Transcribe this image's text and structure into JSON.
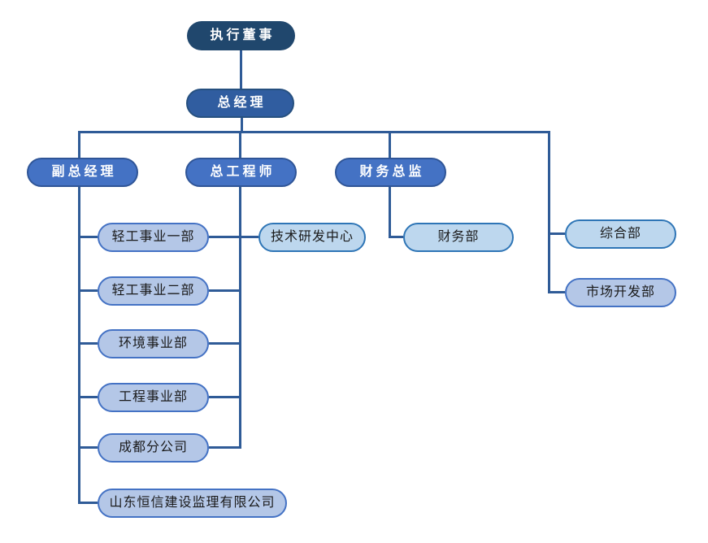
{
  "diagram": {
    "type": "org-chart",
    "nodes": {
      "executive_director": {
        "label": "执行董事",
        "level": 1,
        "reports_to": null
      },
      "general_manager": {
        "label": "总经理",
        "level": 2,
        "reports_to": "executive_director"
      },
      "deputy_general_manager": {
        "label": "副总经理",
        "level": 3,
        "reports_to": "general_manager"
      },
      "chief_engineer": {
        "label": "总工程师",
        "level": 3,
        "reports_to": "general_manager"
      },
      "finance_director": {
        "label": "财务总监",
        "level": 3,
        "reports_to": "general_manager"
      },
      "light_industry_dept_1": {
        "label": "轻工事业一部",
        "level": 4,
        "reports_to": "deputy_general_manager"
      },
      "light_industry_dept_2": {
        "label": "轻工事业二部",
        "level": 4,
        "reports_to": "deputy_general_manager"
      },
      "environment_dept": {
        "label": "环境事业部",
        "level": 4,
        "reports_to": "deputy_general_manager"
      },
      "engineering_dept": {
        "label": "工程事业部",
        "level": 4,
        "reports_to": "deputy_general_manager"
      },
      "chengdu_branch": {
        "label": "成都分公司",
        "level": 4,
        "reports_to": "deputy_general_manager"
      },
      "shandong_hengxin_company": {
        "label": "山东恒信建设监理有限公司",
        "level": 4,
        "reports_to": "deputy_general_manager"
      },
      "tech_rd_center": {
        "label": "技术研发中心",
        "level": 4,
        "reports_to": "chief_engineer"
      },
      "finance_dept": {
        "label": "财务部",
        "level": 4,
        "reports_to": "finance_director"
      },
      "general_affairs_dept": {
        "label": "综合部",
        "level": 4,
        "reports_to": "general_manager"
      },
      "market_dev_dept": {
        "label": "市场开发部",
        "level": 4,
        "reports_to": "general_manager"
      }
    },
    "colors": {
      "level1_fill": "#20476D",
      "level2_fill": "#305DA0",
      "level2_border": "#26507F",
      "level3_fill": "#4472C4",
      "level3_border": "#2F5597",
      "dept_lavender_fill": "#B4C7E7",
      "dept_lavender_border": "#4472C4",
      "dept_lightblue_fill": "#BDD7EE",
      "dept_lightblue_border": "#2E75B6",
      "connector": "#2F5B97",
      "text_on_dark": "#FFFFFF",
      "text_on_light": "#1A1A1A",
      "background": "#FFFFFF"
    }
  }
}
